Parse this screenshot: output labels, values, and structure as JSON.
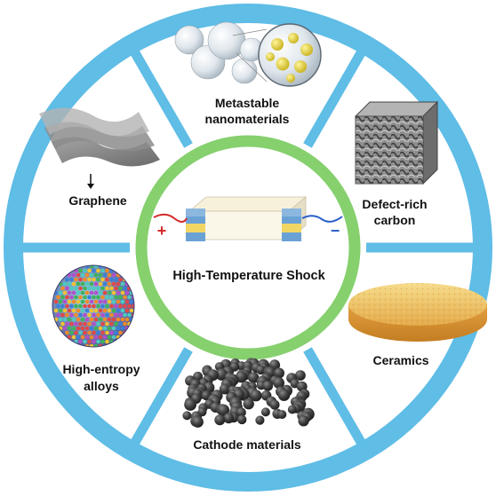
{
  "center": {
    "title": "High-Temperature Shock",
    "plus_sign": "+",
    "minus_sign": "−"
  },
  "segments": [
    {
      "id": "metastable",
      "line1": "Metastable",
      "line2": "nanomaterials",
      "icon": "nanoparticle-spheres-icon"
    },
    {
      "id": "defect-rich-carbon",
      "line1": "Defect-rich",
      "line2": "carbon",
      "icon": "porous-carbon-cube-icon"
    },
    {
      "id": "ceramics",
      "line1": "Ceramics",
      "line2": "",
      "icon": "ceramic-disc-icon"
    },
    {
      "id": "cathode",
      "line1": "Cathode materials",
      "line2": "",
      "icon": "particle-pile-icon"
    },
    {
      "id": "high-entropy",
      "line1": "High-entropy",
      "line2": "alloys",
      "icon": "multicolor-sphere-icon"
    },
    {
      "id": "graphene",
      "line1": "Graphene",
      "line2": "",
      "icon": "graphene-sheets-icon"
    }
  ],
  "colors": {
    "outer_ring": "#5fbde6",
    "inner_ring": "#86d06e",
    "plus": "#d42a2a",
    "minus": "#2a5fc9"
  }
}
